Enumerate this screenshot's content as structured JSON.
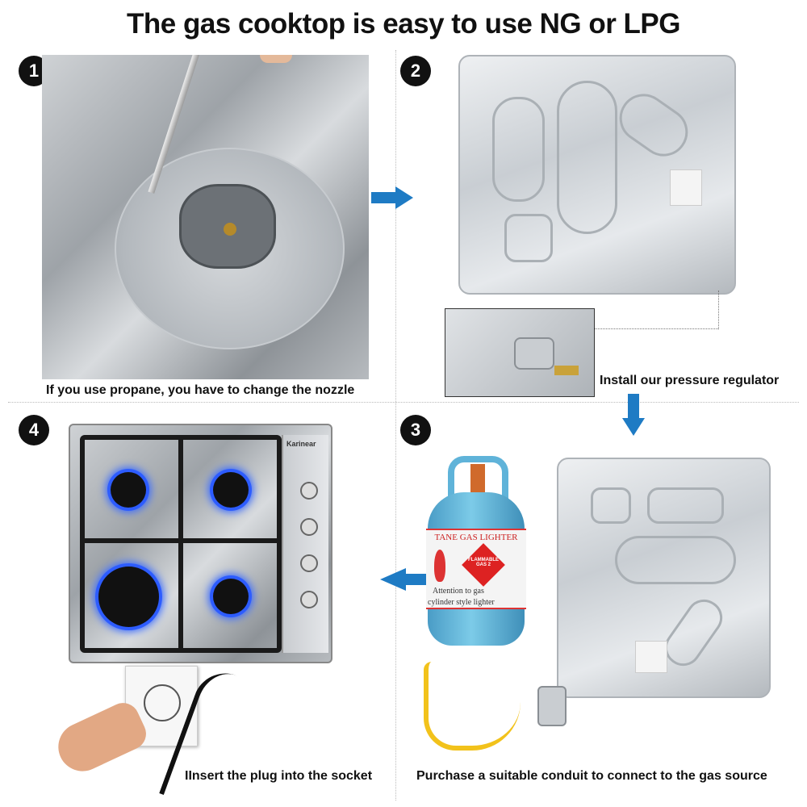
{
  "title": "The gas cooktop is easy to use NG or LPG",
  "steps": [
    {
      "number": "1",
      "caption": "If you use propane, you have to change the nozzle"
    },
    {
      "number": "2",
      "caption": "Install our pressure regulator"
    },
    {
      "number": "3",
      "caption": "Purchase a suitable conduit to connect to the gas source"
    },
    {
      "number": "4",
      "caption": "IInsert the plug into the socket"
    }
  ],
  "cooktop_brand": "Karinear",
  "tank_label": {
    "top": "TANE GAS LIGHTER",
    "hazard": "FLAMMABLE GAS 2",
    "line1": "Attention to gas",
    "line2": "cylinder style lighter"
  },
  "colors": {
    "arrow": "#1e7bc4",
    "flame": "#2d5cff",
    "tank": "#5fb3d9"
  }
}
